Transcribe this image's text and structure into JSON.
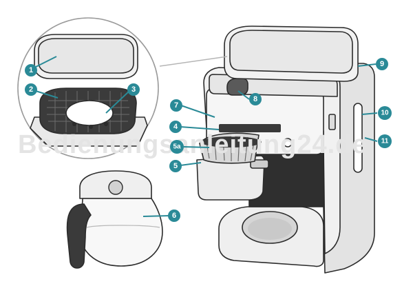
{
  "watermark": "Bedienungsanleitung24.de",
  "callouts": [
    {
      "id": "c1",
      "label": "1"
    },
    {
      "id": "c2",
      "label": "2"
    },
    {
      "id": "c3",
      "label": "3"
    },
    {
      "id": "c4",
      "label": "4"
    },
    {
      "id": "c5a",
      "label": "5a"
    },
    {
      "id": "c5",
      "label": "5"
    },
    {
      "id": "c6",
      "label": "6"
    },
    {
      "id": "c7",
      "label": "7"
    },
    {
      "id": "c8",
      "label": "8"
    },
    {
      "id": "c9",
      "label": "9"
    },
    {
      "id": "c10",
      "label": "10"
    },
    {
      "id": "c11",
      "label": "11"
    }
  ],
  "colors": {
    "accent": "#2a8a97",
    "outline": "#2b2b2b",
    "body": "#f0f0f0",
    "shade": "#d9d9d9"
  }
}
